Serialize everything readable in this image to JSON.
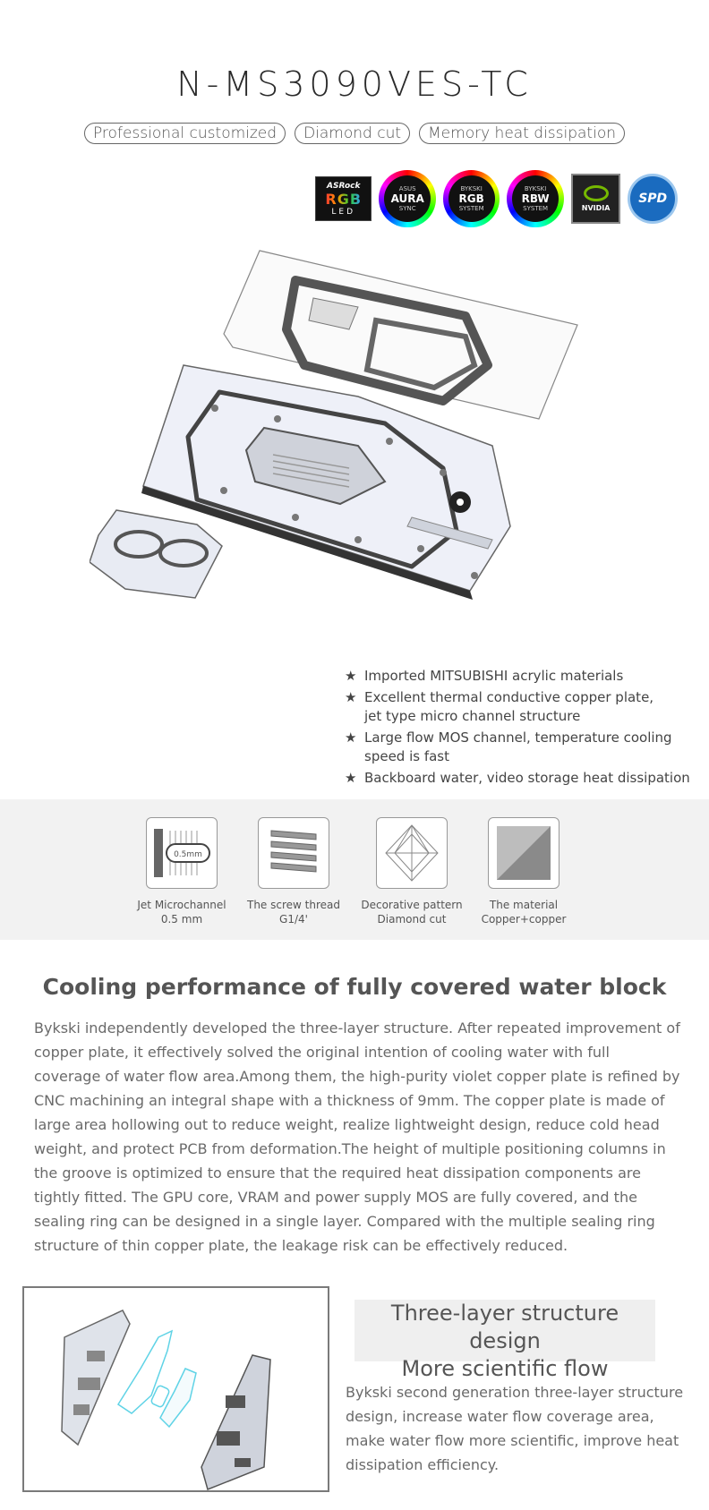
{
  "product": {
    "title": "N-MS3090VES-TC",
    "tags": [
      "Professional customized",
      "Diamond cut",
      "Memory heat dissipation"
    ]
  },
  "logos": {
    "asrock": {
      "brand": "ASRock",
      "main": "RGB",
      "sub": "LED",
      "icon": "asrock-rgb-led-logo"
    },
    "aura": {
      "top": "ASUS",
      "main": "AURA",
      "sub": "SYNC",
      "icon": "asus-aura-sync-logo"
    },
    "bykski_rgb": {
      "top": "BYKSKI",
      "main": "RGB",
      "sub": "SYSTEM",
      "icon": "bykski-rgb-logo"
    },
    "bykski_rbw": {
      "top": "BYKSKI",
      "main": "RBW",
      "sub": "SYSTEM",
      "icon": "bykski-rbw-logo"
    },
    "nvidia": {
      "main": "NVIDIA",
      "icon": "nvidia-logo"
    },
    "spd": {
      "main": "SPD",
      "icon": "spd-logo"
    }
  },
  "features": [
    {
      "line1": "Imported MITSUBISHI acrylic materials",
      "line2": ""
    },
    {
      "line1": "Excellent thermal conductive copper plate,",
      "line2": "jet type micro channel structure"
    },
    {
      "line1": "Large flow MOS channel, temperature cooling",
      "line2": "speed is fast"
    },
    {
      "line1": "Backboard water, video storage heat dissipation",
      "line2": ""
    }
  ],
  "feature_marker": "★",
  "specs": [
    {
      "icon": "microchannel-icon",
      "label1": "Jet Microchannel",
      "label2": "0.5 mm",
      "icon_text": "0.5mm"
    },
    {
      "icon": "screw-thread-icon",
      "label1": "The screw thread",
      "label2": "G1/4'"
    },
    {
      "icon": "diamond-pattern-icon",
      "label1": "Decorative pattern",
      "label2": "Diamond cut"
    },
    {
      "icon": "material-icon",
      "label1": "The material",
      "label2": "Copper+copper"
    }
  ],
  "cooling": {
    "title": "Cooling performance of fully covered water block",
    "body": "Bykski independently developed the three-layer structure. After repeated improvement of copper plate, it effectively solved the original intention of cooling water with full coverage of water flow area.Among them, the high-purity violet copper plate is refined by CNC machining an integral shape with a thickness of 9mm. The copper plate is made of large area hollowing out to reduce weight, realize lightweight design, reduce cold head weight, and protect PCB from deformation.The height of multiple positioning columns in the groove is optimized to ensure that the required heat dissipation components are tightly fitted. The GPU core, VRAM and power supply MOS are fully covered, and the sealing ring can be designed in a single layer. Compared with the multiple sealing ring structure of thin copper plate, the leakage risk can be effectively reduced."
  },
  "structure": {
    "heading_line1": "Three-layer structure design",
    "heading_line2": "More scientific flow",
    "body": "Bykski second generation three-layer structure design, increase water flow coverage area, make water flow more scientific, improve heat dissipation efficiency."
  },
  "colors": {
    "accent_cyan": "#5fd3e6",
    "text_gray": "#6a6a6a",
    "band_gray": "#f2f2f2"
  }
}
